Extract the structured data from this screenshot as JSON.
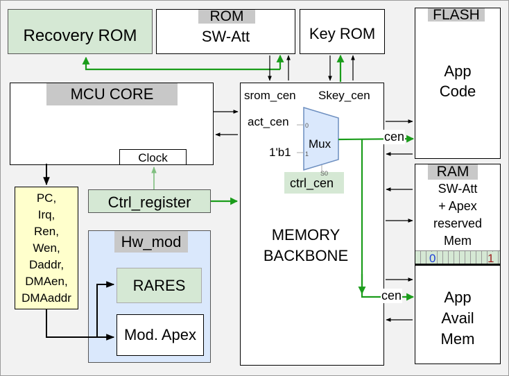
{
  "blocks": {
    "recovery_rom": "Recovery ROM",
    "rom_title": "ROM",
    "rom_sub": "SW-Att",
    "key_rom": "Key ROM",
    "flash_title": "FLASH",
    "flash_line1": "App",
    "flash_line2": "Code",
    "mcu_core": "MCU CORE",
    "clock": "Clock",
    "ctrl_register": "Ctrl_register",
    "hw_mod": "Hw_mod",
    "rares": "RARES",
    "mod_apex": "Mod. Apex",
    "signals": [
      "PC,",
      "Irq,",
      "Ren,",
      "Wen,",
      "Daddr,",
      "DMAen,",
      "DMAaddr"
    ],
    "ram_title": "RAM",
    "ram_lines": [
      "SW-Att",
      "+ Apex",
      "reserved",
      "Mem"
    ],
    "ram_bit0": "0",
    "ram_bit1": "1",
    "app_avail_lines": [
      "App",
      "Avail",
      "Mem"
    ],
    "mem_backbone_1": "MEMORY",
    "mem_backbone_2": "BACKBONE"
  },
  "mux": {
    "srom_cen": "srom_cen",
    "skey_cen": "Skey_cen",
    "act_cen": "act_cen",
    "one_b1": "1'b1",
    "label": "Mux",
    "in0": "0",
    "in1": "1",
    "sel": "S0",
    "ctrl_cen": "ctrl_cen",
    "cen_top": "cen",
    "cen_bottom": "cen"
  },
  "colors": {
    "green_fill": "#d5e8d4",
    "green_wire": "#1a9c1a",
    "blue_fill": "#dae8fc",
    "yellow_fill": "#ffffcc",
    "gray_tag": "#c8c8c8",
    "bit0": "#1f3fd6",
    "bit1": "#9b1b1b"
  }
}
